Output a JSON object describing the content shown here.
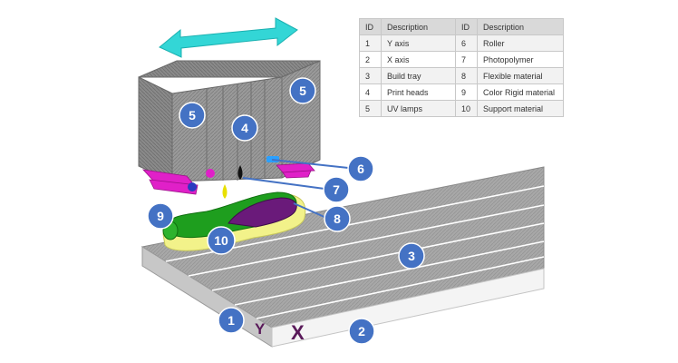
{
  "legend": {
    "headers": [
      "ID",
      "Description",
      "ID",
      "Description"
    ],
    "rows": [
      {
        "id1": "1",
        "desc1": "Y axis",
        "id2": "6",
        "desc2": "Roller"
      },
      {
        "id1": "2",
        "desc1": "X axis",
        "id2": "7",
        "desc2": "Photopolymer"
      },
      {
        "id1": "3",
        "desc1": "Build tray",
        "id2": "8",
        "desc2": "Flexible material"
      },
      {
        "id1": "4",
        "desc1": "Print heads",
        "id2": "9",
        "desc2": "Color Rigid material"
      },
      {
        "id1": "5",
        "desc1": "UV lamps",
        "id2": "10",
        "desc2": "Support material"
      }
    ]
  },
  "diagram": {
    "badges": {
      "b1": "1",
      "b2": "2",
      "b3": "3",
      "b4": "4",
      "b5a": "5",
      "b5b": "5",
      "b6": "6",
      "b7": "7",
      "b8": "8",
      "b9": "9",
      "b10": "10"
    },
    "axis_letters": {
      "y": "Y",
      "x": "X"
    },
    "colors": {
      "badge": "#4472c4",
      "arrow": "#33d6d6",
      "rigid": "#1e9e1e",
      "purple": "#6a1a7a",
      "support": "#f2f28a",
      "magenta": "#e020c8",
      "roller": "#2aa0ff"
    }
  }
}
